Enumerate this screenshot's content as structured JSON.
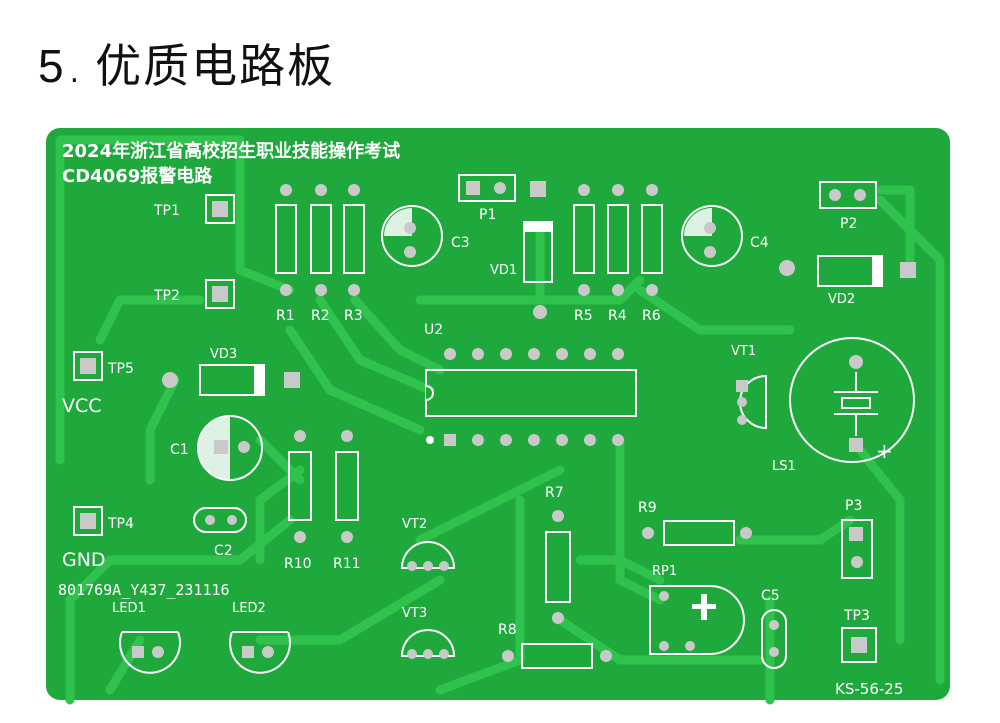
{
  "heading": {
    "number": "5",
    "dot": ".",
    "title": "优质电路板"
  },
  "board": {
    "color_substrate": "#1fa83c",
    "color_trace": "#2fc24c",
    "color_pad": "#c9c9c9",
    "color_silkscreen": "#ffffff",
    "title_line1": "2024年浙江省高校招生职业技能操作考试",
    "title_line2": "CD4069报警电路",
    "serial": "801769A_Y437_231116",
    "code": "KS-56-25",
    "power_labels": {
      "vcc": "VCC",
      "gnd": "GND",
      "plus": "+"
    },
    "labels": {
      "tp1": "TP1",
      "tp2": "TP2",
      "tp3": "TP3",
      "tp4": "TP4",
      "tp5": "TP5",
      "r1": "R1",
      "r2": "R2",
      "r3": "R3",
      "r4": "R4",
      "r5": "R5",
      "r6": "R6",
      "r7": "R7",
      "r8": "R8",
      "r9": "R9",
      "r10": "R10",
      "r11": "R11",
      "c1": "C1",
      "c2": "C2",
      "c3": "C3",
      "c4": "C4",
      "c5": "C5",
      "p1": "P1",
      "p2": "P2",
      "p3": "P3",
      "vd1": "VD1",
      "vd2": "VD2",
      "vd3": "VD3",
      "vt1": "VT1",
      "vt2": "VT2",
      "vt3": "VT3",
      "u2": "U2",
      "ls1": "LS1",
      "rp1": "RP1",
      "led1": "LED1",
      "led2": "LED2"
    }
  }
}
